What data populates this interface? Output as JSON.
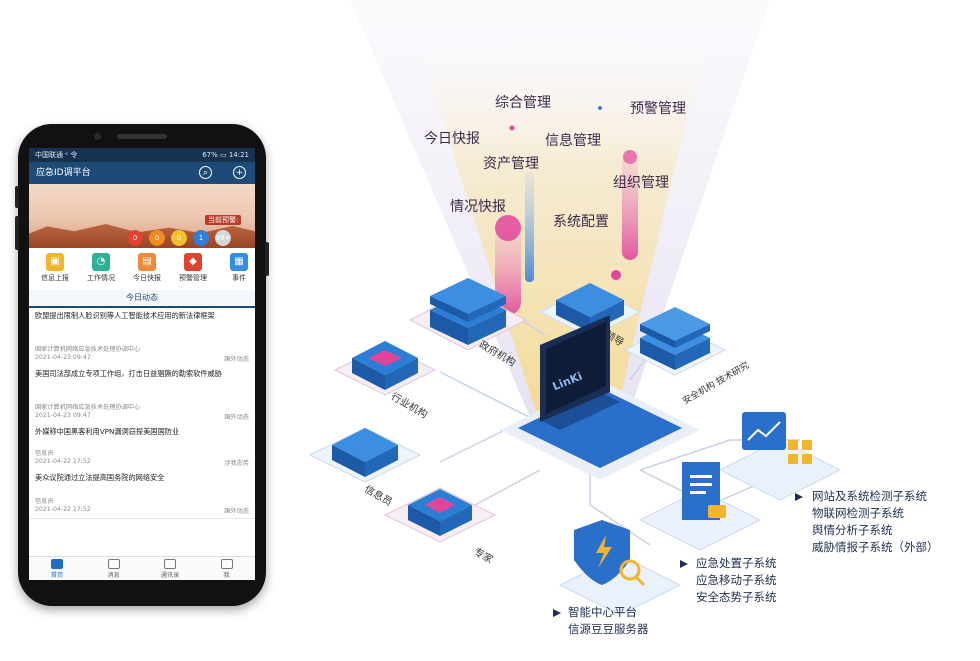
{
  "phone": {
    "status_left": "中国联通 ᵉ 令",
    "status_right": "67% ▭ 14:21",
    "app_title": "应急ID调平台",
    "banner_warning": "当前预警:",
    "warn_counts": [
      {
        "value": "0",
        "color": "#e0442f"
      },
      {
        "value": "0",
        "color": "#f08a24"
      },
      {
        "value": "0",
        "color": "#f2c02c"
      },
      {
        "value": "1",
        "color": "#2f7fd6"
      },
      {
        "value": "99+",
        "color": "#d6d6d6"
      }
    ],
    "quick_menu": [
      {
        "label": "信息上报",
        "icon": "report-icon",
        "color": "#f2b52b",
        "glyph": "▣"
      },
      {
        "label": "工作情况",
        "icon": "work-icon",
        "color": "#2bb39a",
        "glyph": "◔"
      },
      {
        "label": "今日快报",
        "icon": "daily-report-icon",
        "color": "#f08a3a",
        "glyph": "▤"
      },
      {
        "label": "预警管理",
        "icon": "alert-shield-icon",
        "color": "#e0442f",
        "glyph": "◆"
      },
      {
        "label": "事件",
        "icon": "event-icon",
        "color": "#2f8fe0",
        "glyph": "▦"
      }
    ],
    "tab_label": "今日动态",
    "news": [
      {
        "title": "欧盟提出限制人脸识别等人工智能技术应用的新法律框架",
        "source": "国家计算机网络应急技术处理协调中心",
        "date": "2021-04-23 09:47",
        "category": "国外动态"
      },
      {
        "title": "美国司法部成立专项工作组，打击日益猖獗的勒索软件威胁",
        "source": "国家计算机网络应急技术处理协调中心",
        "date": "2021-04-23 09:47",
        "category": "国外动态"
      },
      {
        "title": "外媒称中国黑客利用VPN漏洞窃探美国国防业",
        "source": "信息员",
        "date": "2021-04-22 17:52",
        "category": "涉我态势"
      },
      {
        "title": "美众议院通过立法提高国务院的网络安全",
        "source": "信息员",
        "date": "2021-04-22 17:52",
        "category": "国外动态"
      }
    ],
    "bottom_nav": [
      {
        "label": "首页",
        "icon": "home-icon",
        "active": true
      },
      {
        "label": "消息",
        "icon": "message-icon",
        "active": false
      },
      {
        "label": "通讯录",
        "icon": "contacts-icon",
        "active": false
      },
      {
        "label": "我",
        "icon": "profile-icon",
        "active": false
      }
    ]
  },
  "diagram": {
    "modules": [
      "综合管理",
      "预警管理",
      "今日快报",
      "信息管理",
      "资产管理",
      "组织管理",
      "情况快报",
      "系统配置"
    ],
    "nodes": [
      "政府机构",
      "领导",
      "安全机构\n技术研究",
      "行业机构",
      "信息员",
      "专家"
    ],
    "laptop_brand": "LinKi",
    "subsystems": [
      {
        "lines": [
          "网站及系统检测子系统",
          "物联网检测子系统",
          "舆情分析子系统",
          "威胁情报子系统（外部）"
        ]
      },
      {
        "lines": [
          "应急处置子系统",
          "应急移动子系统",
          "安全态势子系统"
        ]
      },
      {
        "lines": [
          "智能中心平台",
          "信源豆豆服务器"
        ]
      }
    ],
    "colors": {
      "server": "#2a7fd4",
      "server_dark": "#1c5aa8",
      "pink": "#e0459a",
      "beam": "#f7e7b4"
    }
  }
}
